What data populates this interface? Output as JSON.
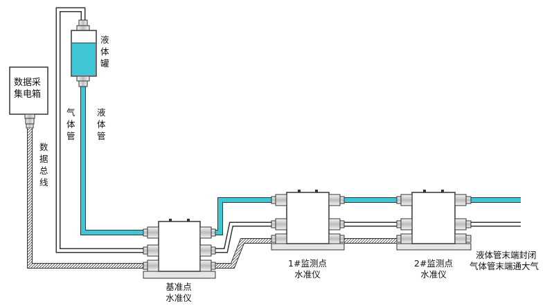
{
  "labels": {
    "data_box": "数据采\n集电箱",
    "data_bus": "数据总线",
    "gas_pipe": "气体管",
    "liquid_pipe": "液体管",
    "liquid_tank": "液体罐",
    "base": "基准点\n水准仪",
    "m1": "1#监测点\n水准仪",
    "m2": "2#监测点\n水准仪",
    "end_liquid": "液体管末端封闭",
    "end_gas": "气体管末端通大气"
  },
  "colors": {
    "liquid": "#3fc6d4",
    "line": "#333333",
    "device_face": "#ffffff",
    "base_plate": "#e6e6e6"
  }
}
